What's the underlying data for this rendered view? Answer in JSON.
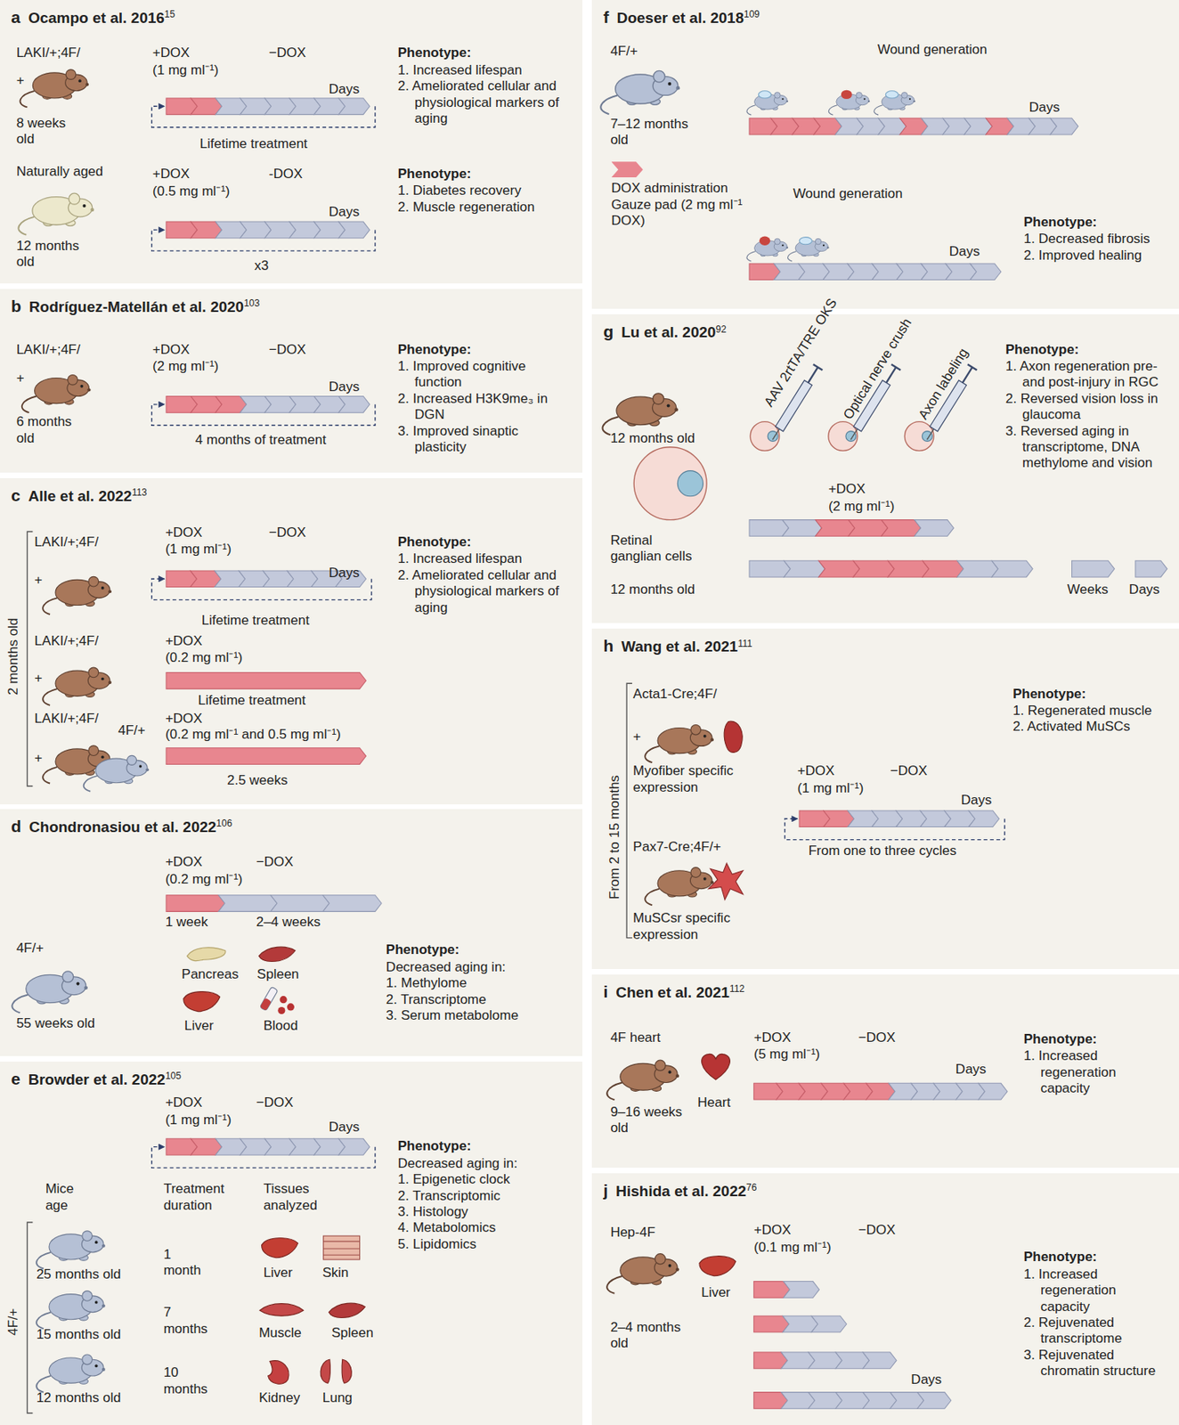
{
  "diagram": {
    "nodes": [
      {
        "text": [
          "a",
          "Ocampo et al. 2016",
          "15"
        ]
      },
      {
        "text": [
          "Phenotype:",
          "1. Increased lifespan",
          "2. Ameliorated cellular and physiological markers of aging"
        ],
        "in": 0
      },
      {
        "text": [
          "Phenotype:",
          "1. Diabetes recovery",
          "2. Muscle regeneration"
        ],
        "in": 0
      },
      {
        "text": [
          "b",
          "Rodríguez-Matellán et al. 2020",
          "103"
        ]
      },
      {
        "text": [
          "Phenotype:",
          "1. Improved cognitive function",
          "2. Increased H3K9me₃ in DGN",
          "3. Improved sinaptic plasticity"
        ],
        "in": 3
      },
      {
        "text": [
          "c",
          "Alle et al. 2022",
          "113"
        ]
      },
      {
        "text": [
          "Phenotype:",
          "1. Increased lifespan",
          "2. Ameliorated cellular and physiological markers of aging"
        ],
        "in": 5
      },
      {
        "text": [
          "d",
          "Chondronasiou et al. 2022",
          "106"
        ]
      },
      {
        "text": [
          "Phenotype:",
          "Decreased aging in:",
          "1. Methylome",
          "2. Transcriptome",
          "3. Serum metabolome"
        ],
        "in": 7
      },
      {
        "text": [
          "e",
          "Browder et al. 2022",
          "105"
        ]
      },
      {
        "text": [
          "Phenotype:",
          "Decreased aging in:",
          "1. Epigenetic clock",
          "2. Transcriptomic",
          "3. Histology",
          "4. Metabolomics",
          "5. Lipidomics"
        ],
        "in": 9
      },
      {
        "text": [
          "f",
          "Doeser et al. 2018",
          "109"
        ]
      },
      {
        "text": [
          "Phenotype:",
          "1. Decreased fibrosis",
          "2. Improved healing"
        ],
        "in": 11
      },
      {
        "text": [
          "g",
          "Lu et al. 2020",
          "92"
        ]
      },
      {
        "text": [
          "Phenotype:",
          "1. Axon regeneration pre- and post-injury in RGC",
          "2. Reversed vision loss in glaucoma",
          "3. Reversed aging in transcriptome, DNA methylome and vision"
        ],
        "in": 13
      },
      {
        "text": [
          "h",
          "Wang et al. 2021",
          "111"
        ]
      },
      {
        "text": [
          "Phenotype:",
          "1. Regenerated muscle",
          "2. Activated MuSCs"
        ],
        "in": 15
      },
      {
        "text": [
          "i",
          "Chen et al. 2021",
          "112"
        ]
      },
      {
        "text": [
          "Phenotype:",
          "1. Increased regeneration capacity"
        ],
        "in": 17
      },
      {
        "text": [
          "j",
          "Hishida et al. 2022",
          "76"
        ]
      },
      {
        "text": [
          "Phenotype:",
          "1. Increased regeneration capacity",
          "2. Rejuvenated transcriptome",
          "3. Rejuvenated chromatin structure"
        ],
        "in": 19
      }
    ],
    "labels": [
      "LAKI/+;4F/",
      "+",
      "8 weeks old",
      "+DOX",
      "(1 mg ml⁻¹)",
      "−DOX",
      "Days",
      "Lifetime treatment",
      "Naturally aged",
      "12 months old",
      "+DOX",
      "(0.5 mg ml⁻¹)",
      "-DOX",
      "Days",
      "x3",
      "LAKI/+;4F/",
      "+",
      "6 months old",
      "+DOX",
      "(2 mg ml⁻¹)",
      "−DOX",
      "Days",
      "4 months of treatment",
      "2 months old",
      "LAKI/+;4F/",
      "+",
      "+DOX",
      "(1 mg ml⁻¹)",
      "−DOX",
      "Days",
      "Lifetime treatment",
      "LAKI/+;4F/",
      "+",
      "+DOX",
      "(0.2 mg ml⁻¹)",
      "Lifetime treatment",
      "LAKI/+;4F/",
      "4F/+",
      "+",
      "+DOX",
      "(0.2 mg ml⁻¹ and 0.5 mg ml⁻¹)",
      "2.5 weeks",
      "+DOX",
      "(0.2 mg ml⁻¹)",
      "−DOX",
      "1 week",
      "2–4 weeks",
      "4F/+",
      "55 weeks old",
      "Pancreas",
      "Spleen",
      "Liver",
      "Blood",
      "+DOX",
      "(1 mg ml⁻¹)",
      "−DOX",
      "Days",
      "Mice age",
      "Treatment duration",
      "Tissues analyzed",
      "4F/+",
      "25 months old",
      "15 months old",
      "12 months old",
      "1 month",
      "7 months",
      "10 months",
      "Liver",
      "Skin",
      "Muscle",
      "Spleen",
      "Kidney",
      "Lung",
      "4F/+",
      "7–12 months old",
      "Wound generation",
      "Days",
      "Wound generation",
      "Days",
      "12 months old",
      "AAV 2rtTA/TRE OKS",
      "Optical nerve crush",
      "Axon labeling",
      "Retinal ganglian cells",
      "12 months old",
      "+DOX",
      "(2 mg ml⁻¹)",
      "Weeks",
      "Days",
      "From 2 to 15 months",
      "Acta1-Cre;4F/",
      "+",
      "Myofiber specific expression",
      "Pax7-Cre;4F/+",
      "MuSCsr specific expression",
      "+DOX",
      "(1 mg ml⁻¹)",
      "−DOX",
      "Days",
      "From one to three cycles",
      "4F heart",
      "Heart",
      "9–16 weeks old",
      "+DOX",
      "(5 mg ml⁻¹)",
      "−DOX",
      "Days",
      "Hep-4F",
      "Liver",
      "2–4 months old",
      "+DOX",
      "(0.1 mg ml⁻¹)",
      "−DOX",
      "Days"
    ],
    "legend": [
      {
        "text": "DOX administration Gauze pad (2 mg ml⁻¹ DOX)",
        "color": "#e8868f"
      }
    ]
  }
}
